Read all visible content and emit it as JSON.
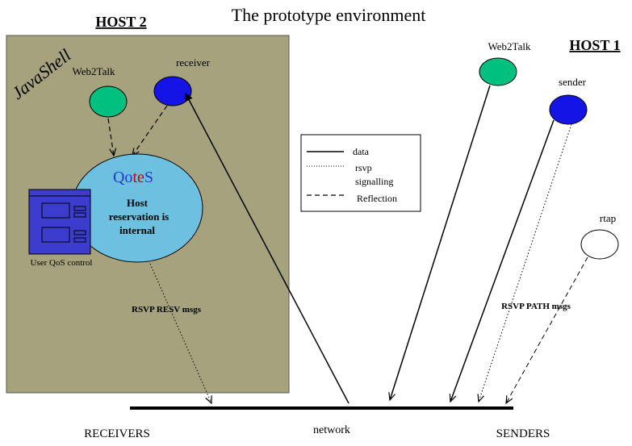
{
  "title": "The prototype environment",
  "host2": {
    "label": "HOST 2",
    "shell_label": "JavaShell",
    "web2talk_label": "Web2Talk",
    "receiver_label": "receiver",
    "qotes": {
      "prefix": "Qo",
      "middle": "te",
      "suffix": "S",
      "line1": "Host",
      "line2": "reservation is",
      "line3": "internal"
    },
    "qos_control_label": "User QoS control",
    "rsvp_resv_label": "RSVP RESV msgs"
  },
  "host1": {
    "label": "HOST 1",
    "web2talk_label": "Web2Talk",
    "sender_label": "sender",
    "rtap_label": "rtap",
    "rsvp_path_label": "RSVP PATH msgs"
  },
  "legend": {
    "data": "data",
    "rsvp_line1": "rsvp",
    "rsvp_line2": "signalling",
    "reflection": "Reflection"
  },
  "network": {
    "label": "network",
    "receivers": "RECEIVERS",
    "senders": "SENDERS"
  },
  "colors": {
    "shell_bg": "#a5a27d",
    "web2talk": "#00c080",
    "receiver": "#1414e6",
    "sender": "#1414e6",
    "qotes": "#6ec0e0",
    "qotes_accent": "#c00000",
    "qotes_title": "#1e3cd0",
    "qos_panel": "#3c3ccf"
  }
}
